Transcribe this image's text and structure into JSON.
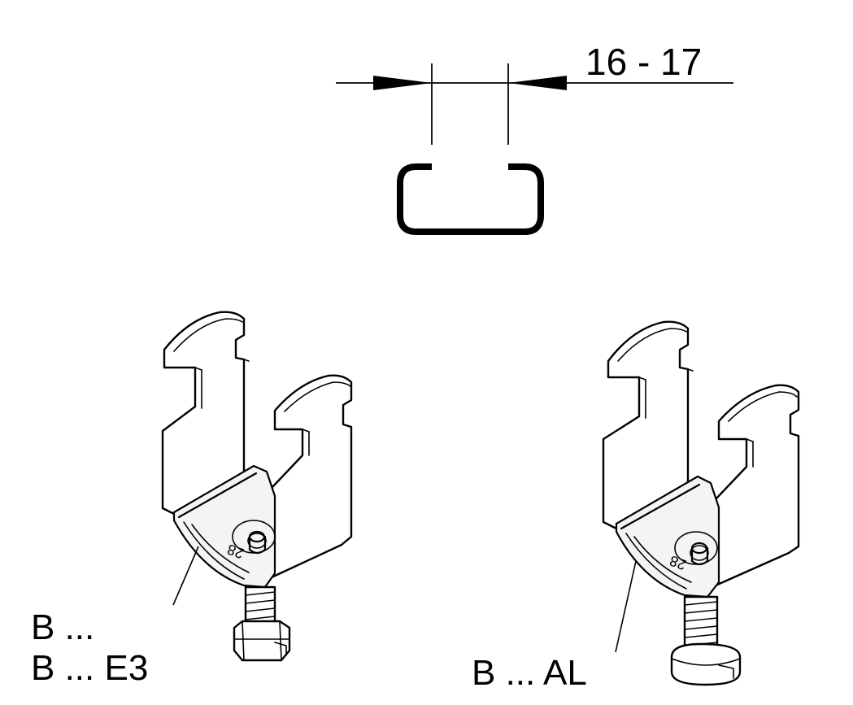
{
  "dimension": {
    "label": "16 - 17"
  },
  "labels": {
    "left_line1": "B ...",
    "left_line2": "B ... E3",
    "right": "B ... AL"
  },
  "clip_marking": "28",
  "colors": {
    "line": "#000000",
    "background": "#ffffff"
  }
}
